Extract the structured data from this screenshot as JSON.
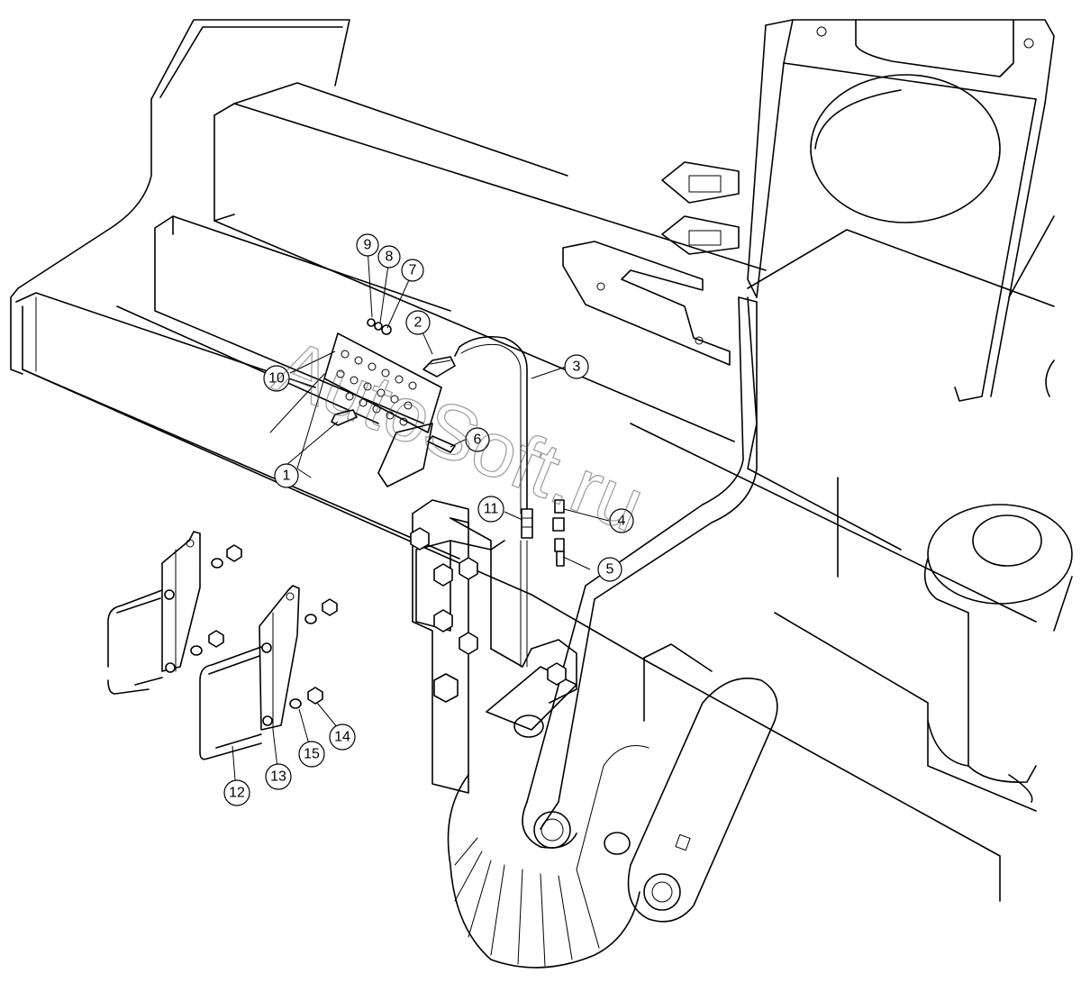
{
  "callouts": [
    {
      "id": "callout-1",
      "label": "1"
    },
    {
      "id": "callout-2",
      "label": "2"
    },
    {
      "id": "callout-3",
      "label": "3"
    },
    {
      "id": "callout-4",
      "label": "4"
    },
    {
      "id": "callout-5",
      "label": "5"
    },
    {
      "id": "callout-6",
      "label": "6"
    },
    {
      "id": "callout-7",
      "label": "7"
    },
    {
      "id": "callout-8",
      "label": "8"
    },
    {
      "id": "callout-9",
      "label": "9"
    },
    {
      "id": "callout-10",
      "label": "10"
    },
    {
      "id": "callout-11",
      "label": "11"
    },
    {
      "id": "callout-12",
      "label": "12"
    },
    {
      "id": "callout-13",
      "label": "13"
    },
    {
      "id": "callout-14",
      "label": "14"
    },
    {
      "id": "callout-15",
      "label": "15"
    }
  ],
  "watermark": "AutoSoft.ru",
  "colors": {
    "line": "#000000",
    "background": "#ffffff",
    "watermark": "#555555"
  }
}
